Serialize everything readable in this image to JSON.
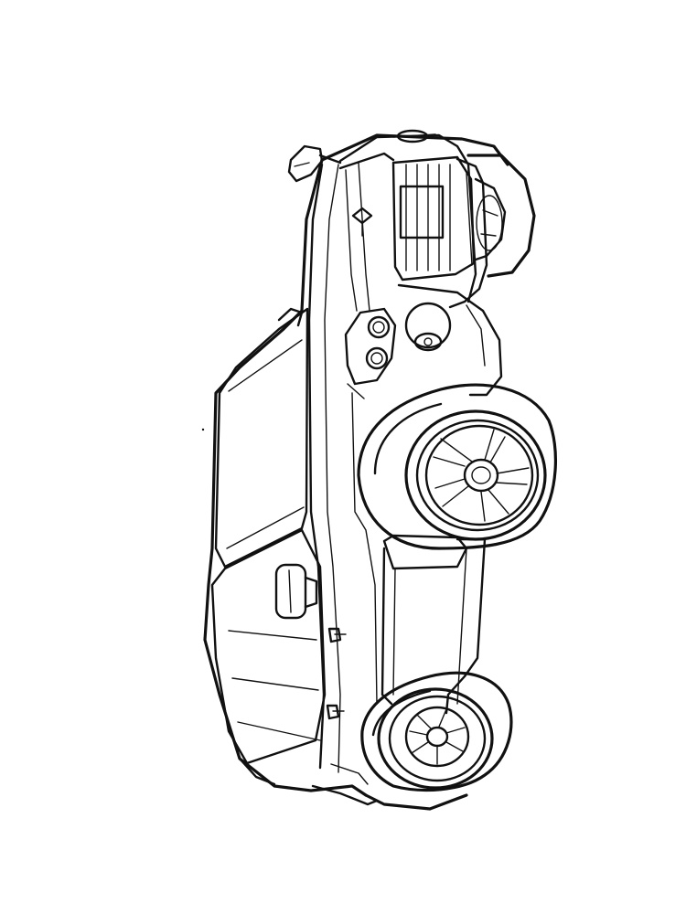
{
  "page": {
    "background_color": "#ffffff",
    "line_color": "#111111"
  },
  "illustration": {
    "subject": "suv-line-art",
    "style": "black-outline-coloring-page",
    "orientation": "rotated-90-degrees",
    "icon": "suv-icon"
  }
}
